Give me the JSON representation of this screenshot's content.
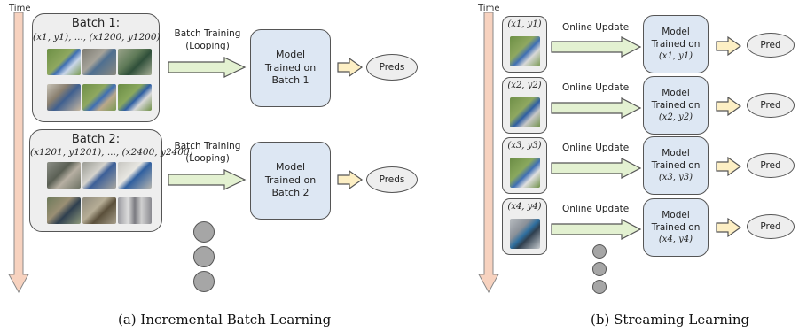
{
  "left_panel": {
    "time_label": "Time",
    "batches": [
      {
        "title": "Batch 1:",
        "subtitle": "(x1, y1), ..., (x1200, y1200)",
        "arrow_label_1": "Batch Training",
        "arrow_label_2": "(Looping)",
        "model_lines": [
          "Model",
          "Trained on",
          "Batch 1"
        ],
        "pred_label": "Preds"
      },
      {
        "title": "Batch 2:",
        "subtitle": "(x1201, y1201), ..., (x2400, y2400)",
        "arrow_label_1": "Batch Training",
        "arrow_label_2": "(Looping)",
        "model_lines": [
          "Model",
          "Trained on",
          "Batch 2"
        ],
        "pred_label": "Preds"
      }
    ],
    "caption": "(a) Incremental Batch Learning"
  },
  "right_panel": {
    "time_label": "Time",
    "steps": [
      {
        "sample": "(x1, y1)",
        "arrow_label": "Online Update",
        "model_lines": [
          "Model",
          "Trained on",
          "(x1, y1)"
        ],
        "pred_label": "Pred"
      },
      {
        "sample": "(x2, y2)",
        "arrow_label": "Online Update",
        "model_lines": [
          "Model",
          "Trained on",
          "(x2, y2)"
        ],
        "pred_label": "Pred"
      },
      {
        "sample": "(x3, y3)",
        "arrow_label": "Online Update",
        "model_lines": [
          "Model",
          "Trained on",
          "(x3, y3)"
        ],
        "pred_label": "Pred"
      },
      {
        "sample": "(x4, y4)",
        "arrow_label": "Online Update",
        "model_lines": [
          "Model",
          "Trained on",
          "(x4, y4)"
        ],
        "pred_label": "Pred"
      }
    ],
    "caption": "(b) Streaming Learning"
  },
  "colors": {
    "time_arrow": "#f7d2bf",
    "green_arrow": "#e3f1d1",
    "yellow_arrow": "#fdefc4",
    "model_fill": "#dde7f3",
    "box_fill": "#eeeeee",
    "dot_fill": "#a6a6a6"
  }
}
